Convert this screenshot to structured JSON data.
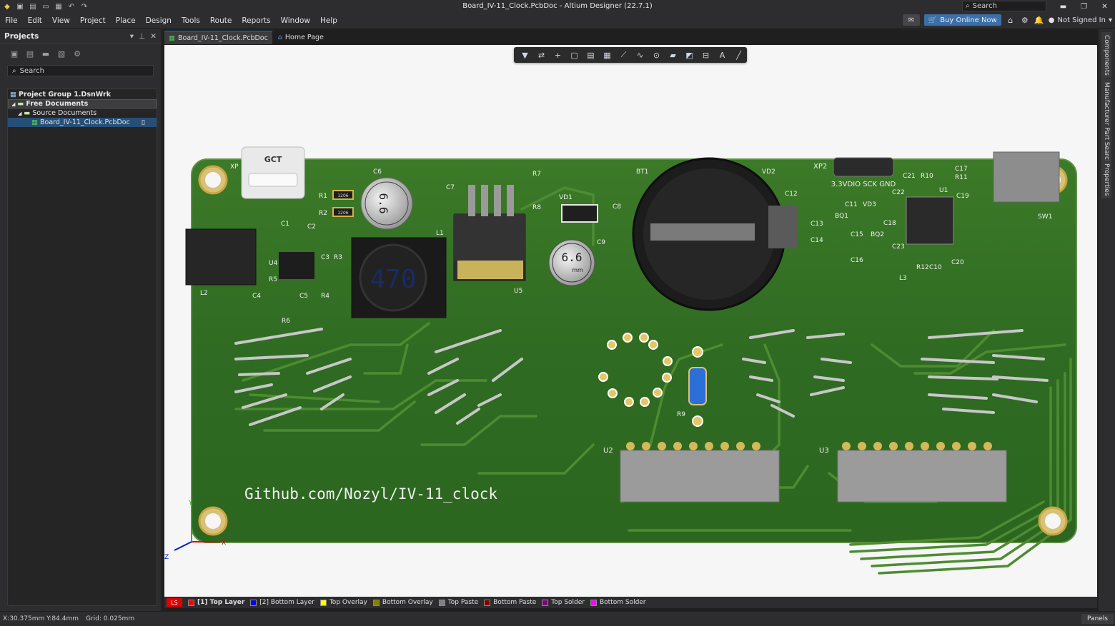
{
  "app": {
    "title": "Board_IV-11_Clock.PcbDoc - Altium Designer (22.7.1)",
    "search_placeholder": "Search"
  },
  "menu": {
    "items": [
      "File",
      "Edit",
      "View",
      "Project",
      "Place",
      "Design",
      "Tools",
      "Route",
      "Reports",
      "Window",
      "Help"
    ],
    "buy_label": "Buy Online Now",
    "signed_label": "Not Signed In"
  },
  "projects_panel": {
    "title": "Projects",
    "search_placeholder": "Search",
    "tree": {
      "group": "Project Group 1.DsnWrk",
      "free_docs": "Free Documents",
      "source_docs": "Source Documents",
      "file": "Board_IV-11_Clock.PcbDoc"
    }
  },
  "tabs": [
    {
      "label": "Board_IV-11_Clock.PcbDoc"
    },
    {
      "label": "Home Page"
    }
  ],
  "pcb": {
    "silk_text": "Github.com/Nozyl/IV-11_clock",
    "header_label": "3.3VDIO SCK GND",
    "inductor_value": "470",
    "cap_value": "6.6",
    "cap_unit": "mm",
    "usb_label": "GCT",
    "smd_code": "1206",
    "designators": [
      "XP",
      "R1",
      "R2",
      "C6",
      "C7",
      "R7",
      "R8",
      "VD1",
      "C8",
      "BT1",
      "VD2",
      "XP2",
      "C21",
      "R10",
      "C17",
      "R11",
      "C19",
      "SW1",
      "U4",
      "C1",
      "C2",
      "C3",
      "R3",
      "R5",
      "C4",
      "C5",
      "R4",
      "R6",
      "L2",
      "L1",
      "U5",
      "C9",
      "C12",
      "C11",
      "C22",
      "U1",
      "C13",
      "C14",
      "C15",
      "C16",
      "BQ1",
      "VD3",
      "C18",
      "BQ2",
      "C23",
      "L3",
      "R12",
      "C10",
      "C20",
      "R9",
      "U2",
      "U3"
    ]
  },
  "layers": {
    "ls": "LS",
    "items": [
      {
        "label": "[1] Top Layer",
        "color": "#ff0000",
        "active": true
      },
      {
        "label": "[2] Bottom Layer",
        "color": "#0000ff",
        "active": false
      },
      {
        "label": "Top Overlay",
        "color": "#ffff00",
        "active": false
      },
      {
        "label": "Bottom Overlay",
        "color": "#808000",
        "active": false
      },
      {
        "label": "Top Paste",
        "color": "#808080",
        "active": false
      },
      {
        "label": "Bottom Paste",
        "color": "#800000",
        "active": false
      },
      {
        "label": "Top Solder",
        "color": "#800080",
        "active": false
      },
      {
        "label": "Bottom Solder",
        "color": "#ff00ff",
        "active": false
      }
    ]
  },
  "right_panels": [
    "Components",
    "Manufacturer Part Search",
    "Properties"
  ],
  "status": {
    "coords": "X:30.375mm Y:84.4mm",
    "grid": "Grid: 0.025mm",
    "panels_label": "Panels"
  },
  "axis": {
    "x": "X",
    "y": "Y",
    "z": "Z"
  }
}
